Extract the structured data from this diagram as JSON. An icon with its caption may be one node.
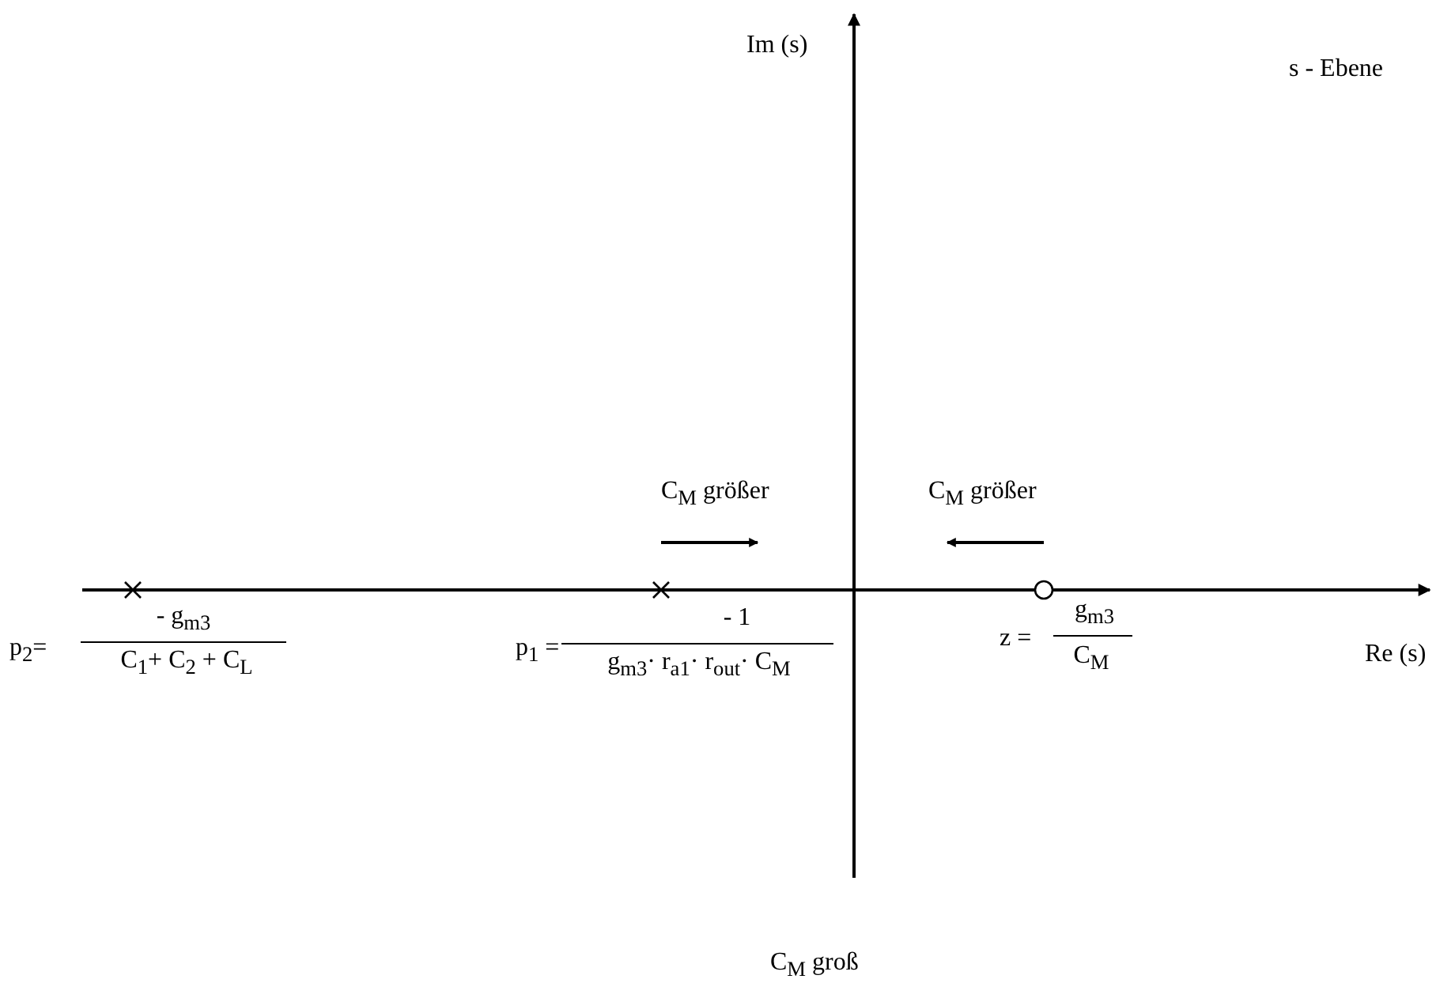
{
  "diagram": {
    "labels": [
      "Im (s)",
      "s - Ebene",
      "C$_{M}$ größer",
      "C$_{M}$ größer",
      "p$_{2}$=",
      "- g$_{m3}$",
      "C$_{1}$+ C$_{2}$ + C$_{L}$",
      "p$_{1}$ =",
      "- 1",
      "g$_{m3}$· r$_{a1}$· r$_{out}$· C$_{M}$",
      "z =",
      "g$_{m3}$",
      "C$_{M}$",
      "Re (s)",
      "C$_{M}$ groß"
    ]
  }
}
